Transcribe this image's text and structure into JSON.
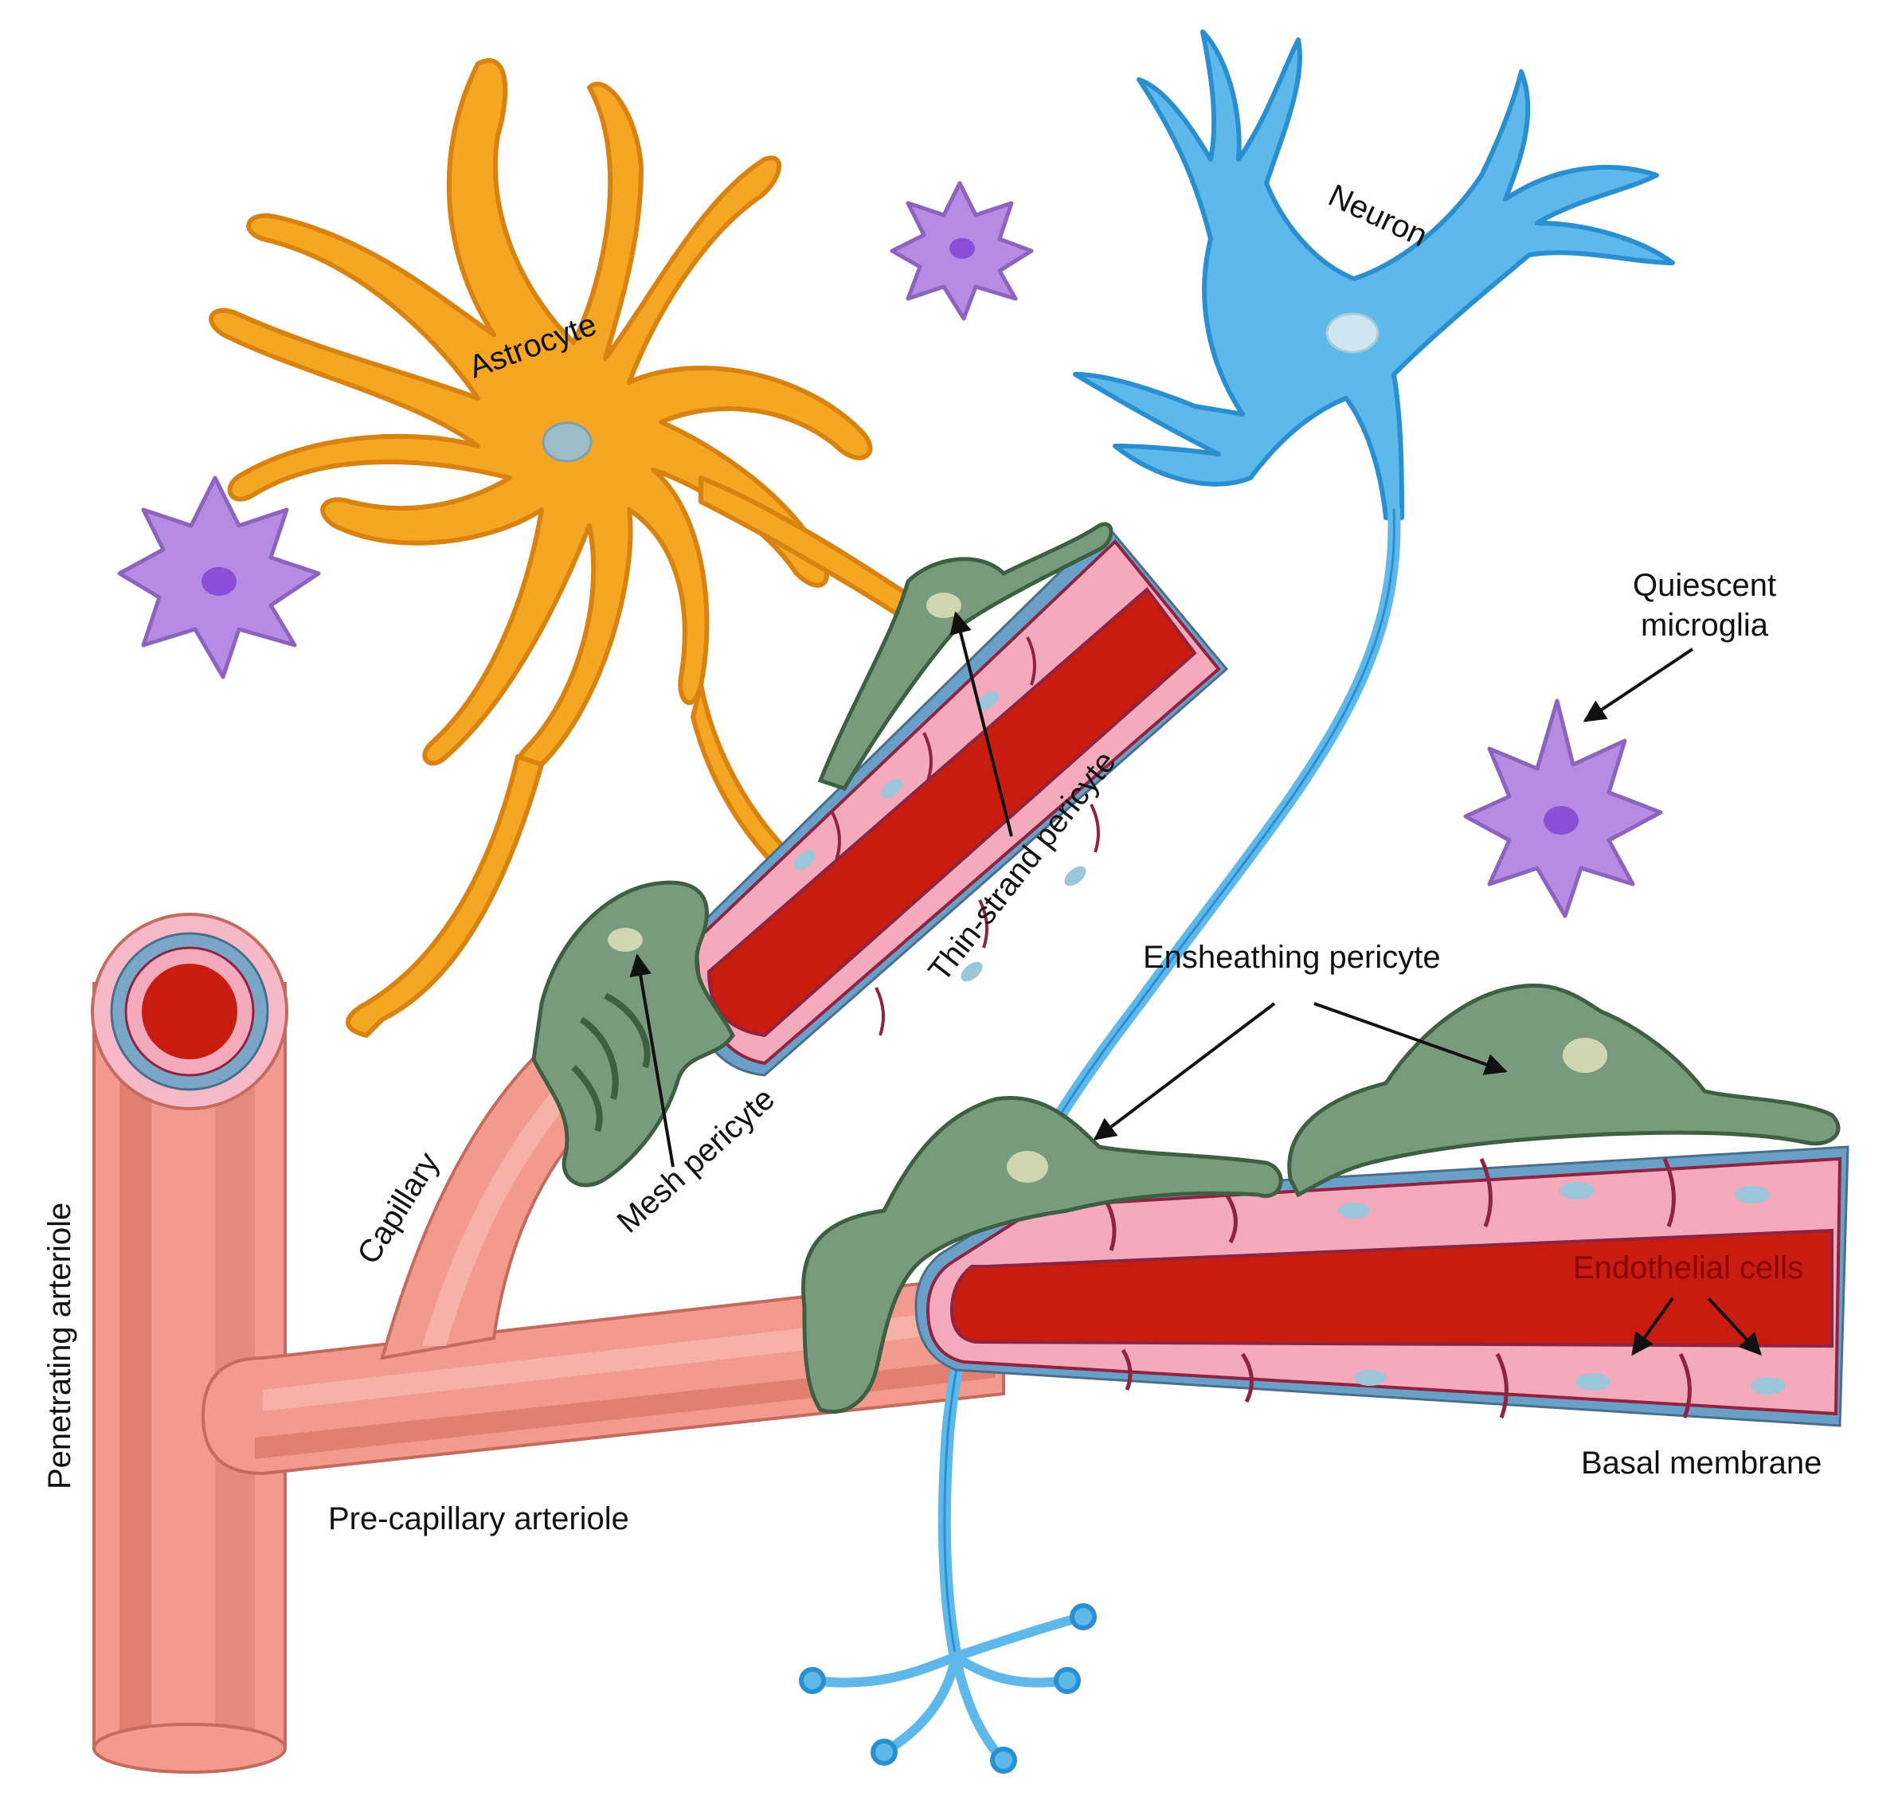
{
  "labels": {
    "astrocyte": "Astrocyte",
    "neuron": "Neuron",
    "quiescent_line1": "Quiescent",
    "quiescent_line2": "microglia",
    "thin_strand": "Thin-strand pericyte",
    "ensheathing": "Ensheathing pericyte",
    "mesh": "Mesh pericyte",
    "capillary": "Capillary",
    "penetrating": "Penetrating arteriole",
    "endothelial": "Endothelial cells",
    "basal": "Basal membrane",
    "precapillary": "Pre-capillary arteriole"
  },
  "colors": {
    "astrocyte": "#f5a623",
    "astrocyte_edge": "#d9820f",
    "neuron": "#5fb8ea",
    "neuron_edge": "#2a8fd0",
    "microglia": "#b68be3",
    "microglia_nucleus": "#8a4fd6",
    "pericyte": "#7a9a7e",
    "pericyte_edge": "#3f5f43",
    "blood": "#c81c10",
    "endothelium": "#f4a9bd",
    "endothelium_edge": "#8e2440",
    "basal_membrane": "#6aa0c8",
    "arteriole": "#f29a8e",
    "arteriole_dark": "#e07f72",
    "endothelial_label": "#8b0000"
  }
}
